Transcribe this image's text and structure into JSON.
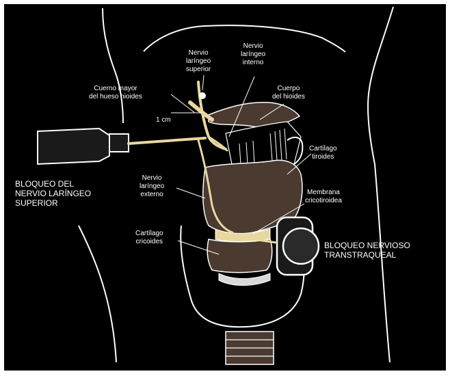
{
  "labels": {
    "n_lar_sup_l1": "Nervio",
    "n_lar_sup_l2": "laríngeo",
    "n_lar_sup_l3": "superior",
    "n_lar_int_l1": "Nervio",
    "n_lar_int_l2": "laríngeo",
    "n_lar_int_l3": "interno",
    "cuerno_l1": "Cuerno mayor",
    "cuerno_l2": "del hueso hioides",
    "cuerpo_l1": "Cuerpo",
    "cuerpo_l2": "del hioides",
    "one_cm": "1 cm",
    "cart_tir_l1": "Cartílago",
    "cart_tir_l2": "tiroides",
    "n_lar_ext_l1": "Nervio",
    "n_lar_ext_l2": "laríngeo",
    "n_lar_ext_l3": "externo",
    "membrana_l1": "Membrana",
    "membrana_l2": "cricotiroidea",
    "cart_cric_l1": "Cartílago",
    "cart_cric_l2": "cricoides",
    "bloqueo_sup_l1": "BLOQUEO DEL",
    "bloqueo_sup_l2": "NERVIO LARÍNGEO",
    "bloqueo_sup_l3": "SUPERIOR",
    "bloqueo_trans_l1": "BLOQUEO NERVIOSO",
    "bloqueo_trans_l2": "TRANSTRAQUEAL"
  },
  "colors": {
    "background": "#000000",
    "frame": "#ffffff",
    "cartilage": "#4a3a30",
    "nerve": "#e8d8a0",
    "outline": "#ffffff"
  }
}
